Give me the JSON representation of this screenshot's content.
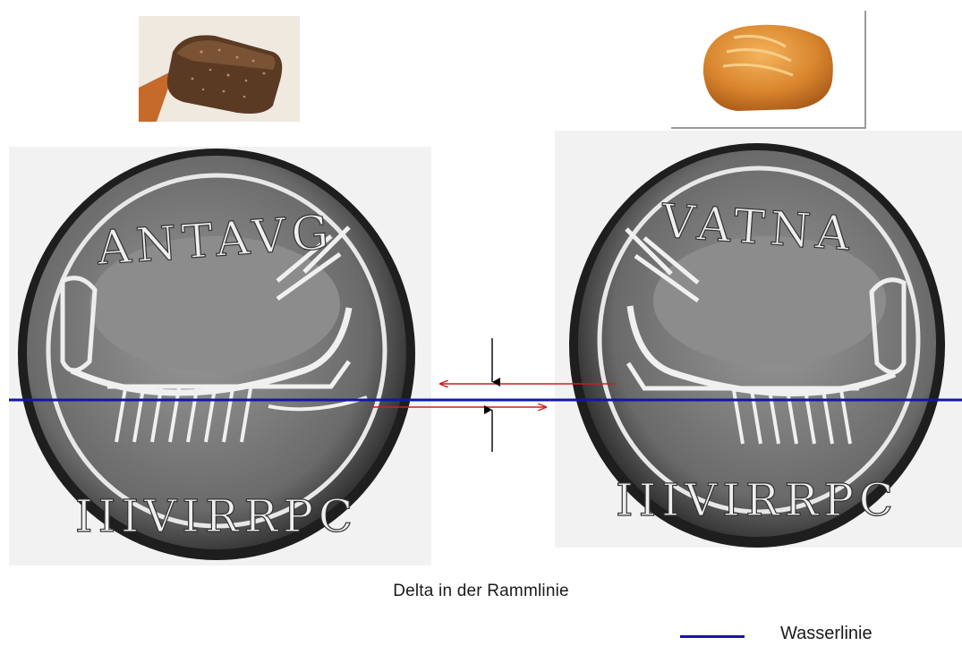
{
  "images": {
    "left_bread": "brown loaf of bread photo",
    "right_bread": "white loaf of bread photo",
    "left_coin": "coin with galley, legend ANT AVG / III VIR R P C",
    "right_coin": "coin with galley, mirrored comparison"
  },
  "caption": "Delta in der Rammlinie",
  "legend": {
    "label": "Wasserlinie",
    "color": "#1515a8"
  },
  "colors": {
    "waterline": "#1515a8",
    "delta_arrows": "#cc1f1f",
    "offset_arrows": "#000000"
  }
}
